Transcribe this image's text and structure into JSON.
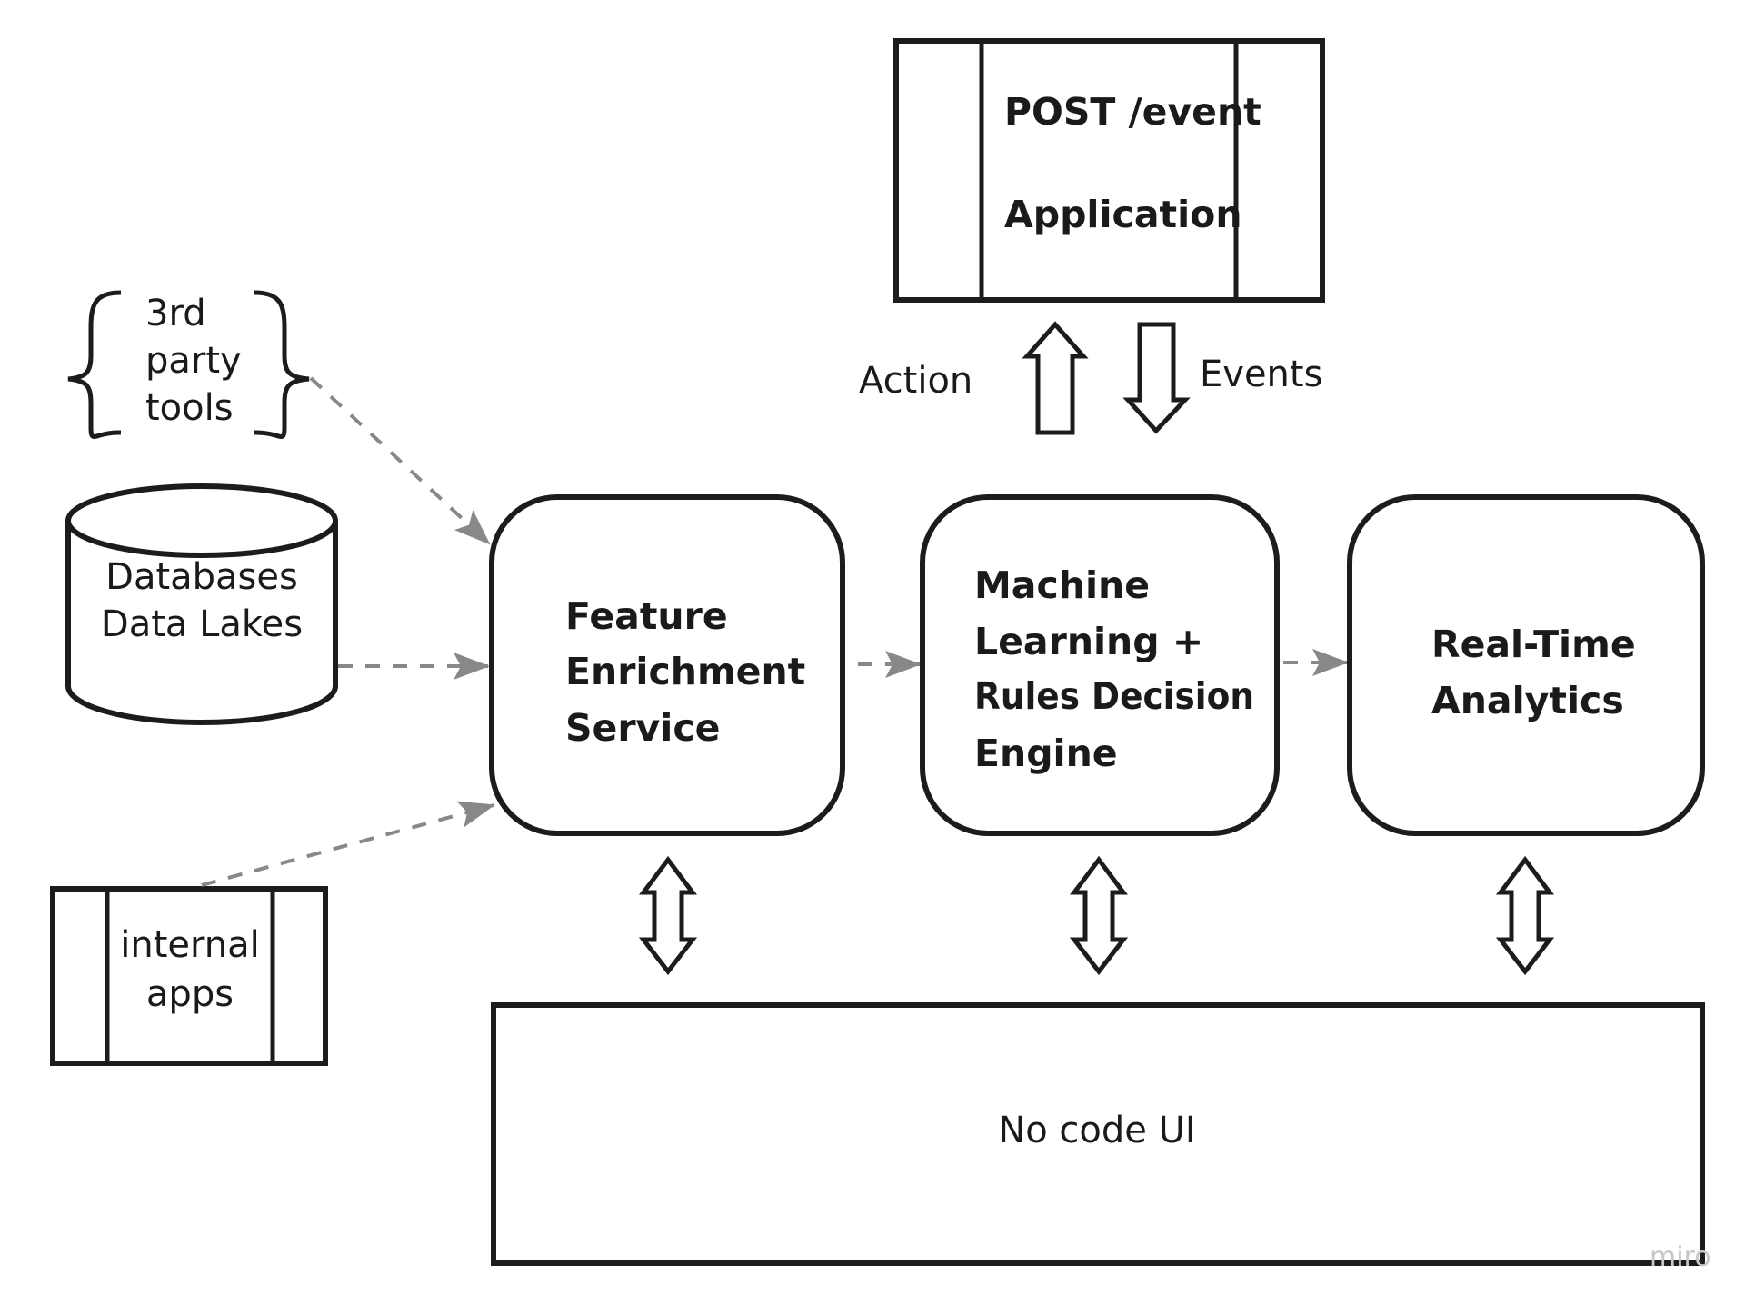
{
  "diagram": {
    "application_box": {
      "lines": [
        "POST /event",
        "Application"
      ]
    },
    "action_label": "Action",
    "events_label": "Events",
    "sources": {
      "third_party": [
        "3rd",
        "party",
        "tools"
      ],
      "databases": [
        "Databases",
        "Data Lakes"
      ],
      "internal_apps": [
        "internal",
        "apps"
      ]
    },
    "services": {
      "feature_enrichment": [
        "Feature",
        "Enrichment",
        "Service"
      ],
      "decision_engine": [
        "Machine",
        "Learning +",
        "Rules Decision",
        "Engine"
      ],
      "analytics": [
        "Real-Time",
        "Analytics"
      ]
    },
    "no_code_ui": "No code UI",
    "watermark": "miro",
    "colors": {
      "stroke": "#1c1c1c",
      "dashed_arrow": "#888888",
      "background": "#ffffff"
    }
  }
}
